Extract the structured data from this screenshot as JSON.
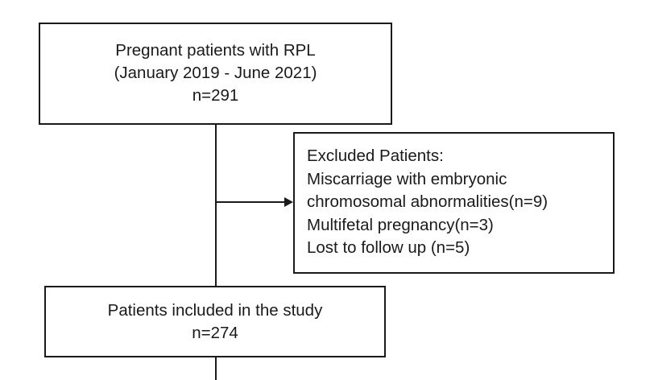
{
  "flowchart": {
    "top_box": {
      "lines": [
        "Pregnant patients with RPL",
        "(January 2019 - June 2021)",
        "n=291"
      ]
    },
    "excluded_box": {
      "lines": [
        "Excluded Patients:",
        "Miscarriage with embryonic",
        "chromosomal abnormalities(n=9)",
        "Multifetal pregnancy(n=3)",
        "Lost to follow up (n=5)"
      ]
    },
    "included_box": {
      "lines": [
        "Patients included in the study",
        "n=274"
      ]
    },
    "colors": {
      "stroke": "#1a1a1a",
      "background": "#ffffff",
      "text": "#1a1a1a"
    }
  }
}
